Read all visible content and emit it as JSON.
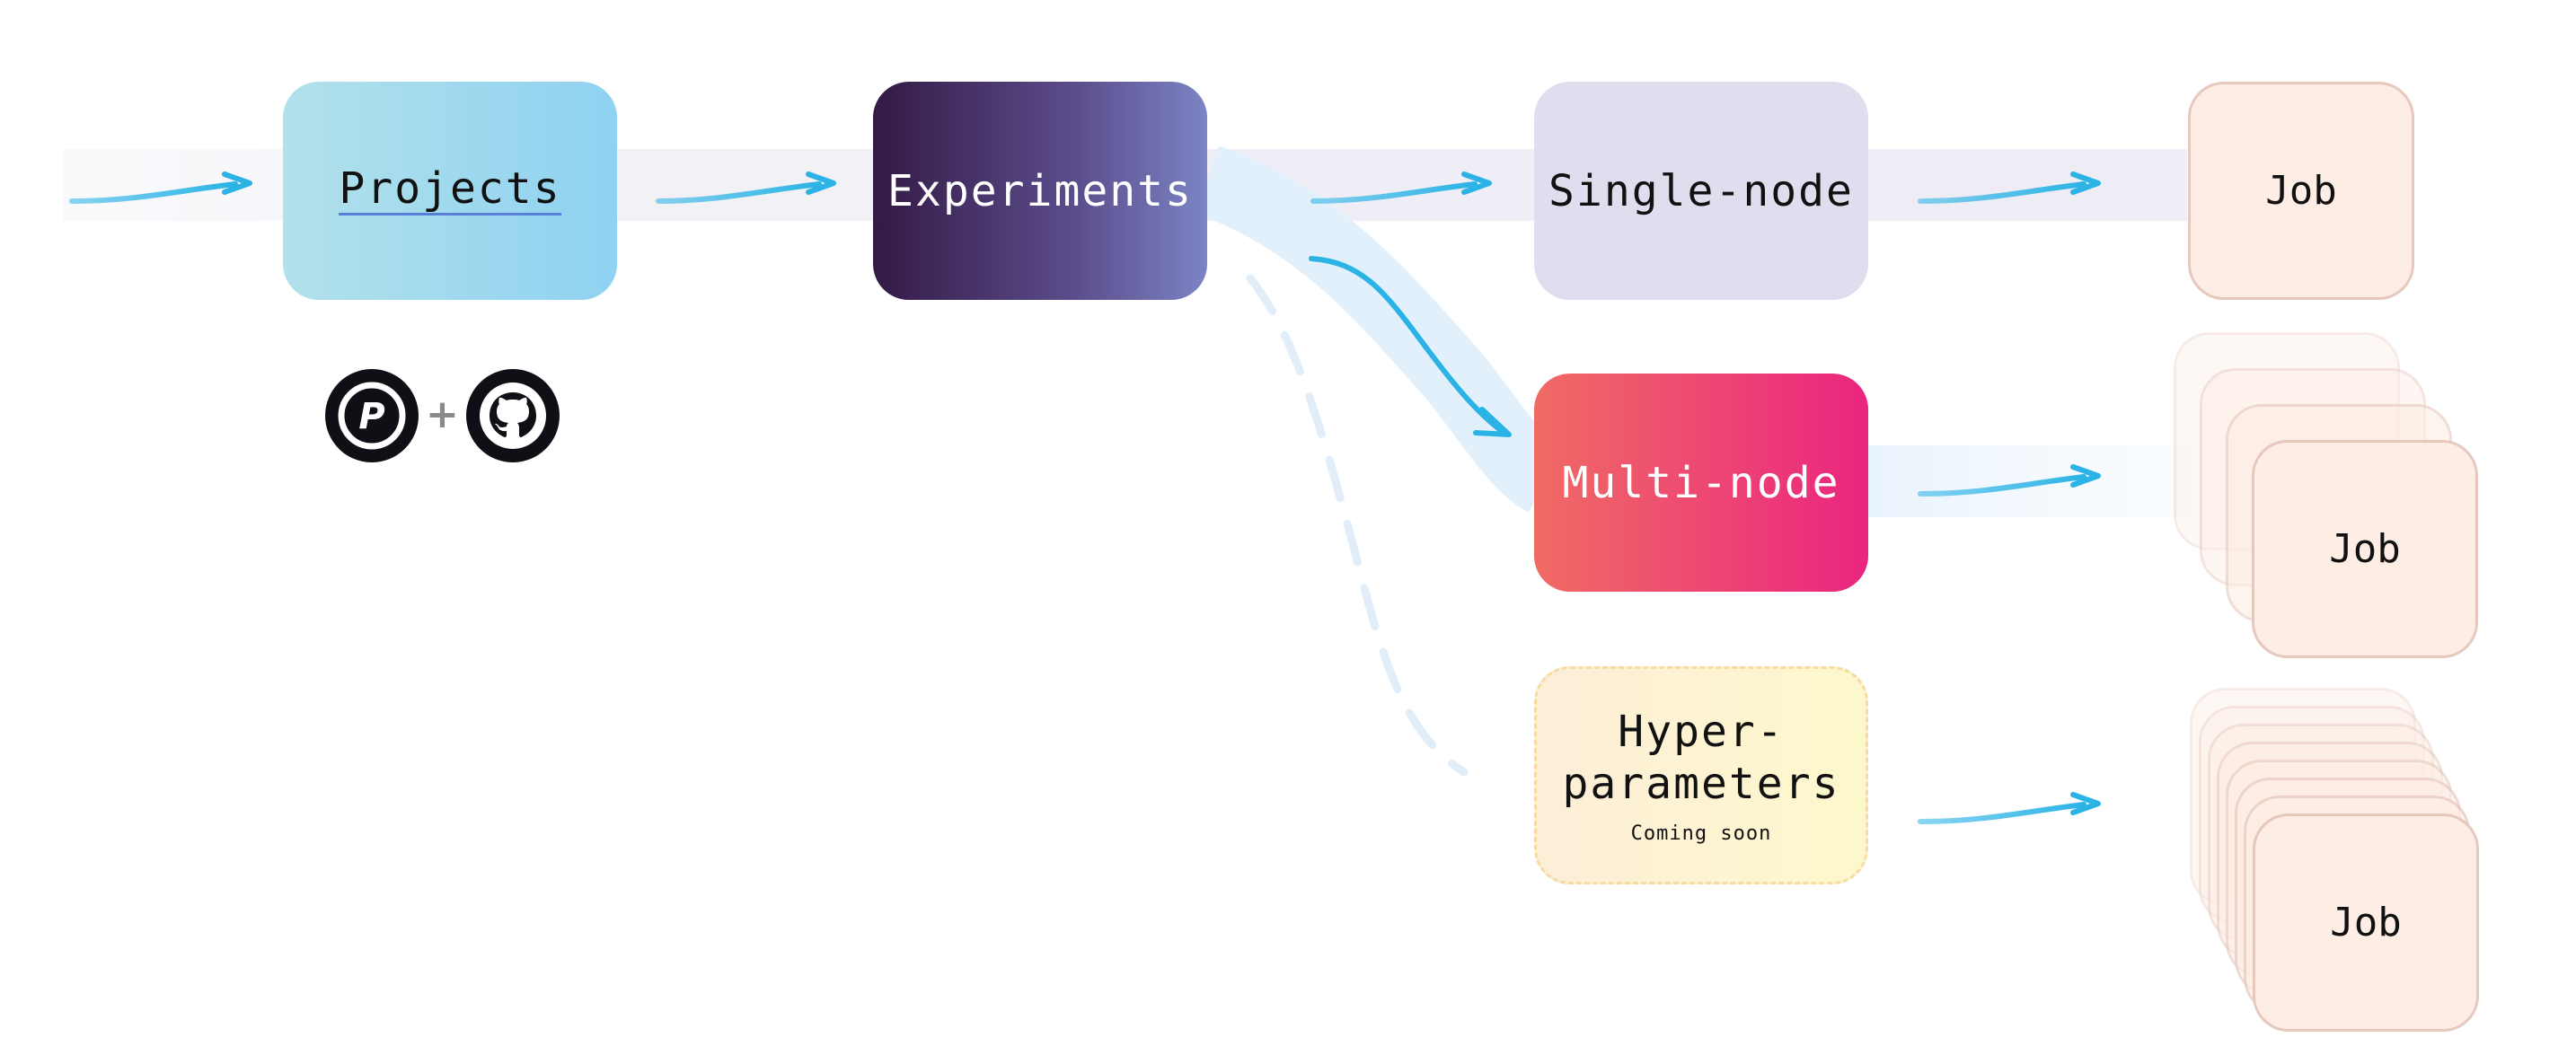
{
  "nodes": {
    "projects": "Projects",
    "experiments": "Experiments",
    "single_node": "Single-node",
    "multi_node": "Multi-node",
    "hyperparameters_line1": "Hyper-",
    "hyperparameters_line2": "parameters",
    "hyperparameters_note": "Coming soon"
  },
  "jobs": {
    "single_label": "Job",
    "multi_label": "Job",
    "multi_stack_count": 4,
    "hyper_label": "Job",
    "hyper_stack_count": 8
  },
  "integrations": {
    "plus": "+",
    "logos": [
      "polyaxon-logo-icon",
      "github-icon"
    ]
  },
  "colors": {
    "arrow": "#2bb3e6",
    "track": "#efeef6",
    "job_fill": "#fdede4",
    "job_border": "#e6c8bd"
  }
}
